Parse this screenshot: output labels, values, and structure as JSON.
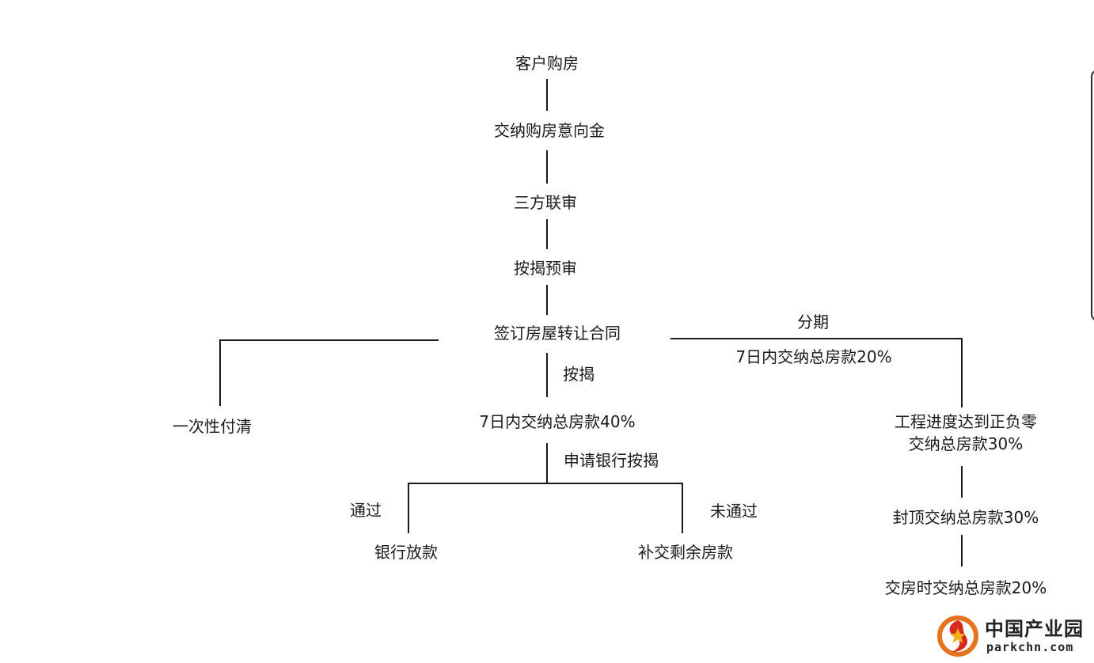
{
  "flow": {
    "customer_purchase": "客户购房",
    "pay_intent_deposit": "交纳购房意向金",
    "tripartite_review": "三方联审",
    "mortgage_prereview": "按揭预审",
    "sign_contract": "签订房屋转让合同",
    "lump_sum": "一次性付清",
    "mortgage_label": "按揭",
    "pay_40_percent": "7日内交纳总房款40%",
    "apply_bank_mortgage": "申请银行按揭",
    "approved_label": "通过",
    "bank_loan": "银行放款",
    "rejected_label": "未通过",
    "pay_remaining": "补交剩余房款",
    "installment_label": "分期",
    "pay_20_percent_7days": "7日内交纳总房款20%",
    "progress_zero_line": "工程进度达到正负零",
    "pay_30_percent_line2": "交纳总房款30%",
    "topping_out_pay_30": "封顶交纳总房款30%",
    "handover_pay_20": "交房时交纳总房款20%"
  },
  "logo": {
    "name_cn": "中国产业园",
    "domain": "parkchn.com",
    "colors": {
      "ring": "#e8731c",
      "swirl": "#d62a1e",
      "star": "#f3b21b"
    }
  }
}
